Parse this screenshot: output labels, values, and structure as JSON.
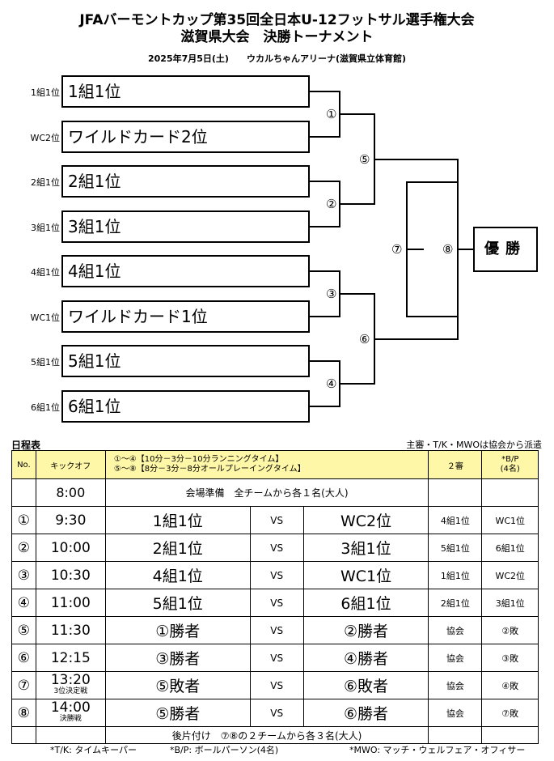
{
  "header": {
    "title1": "JFAバーモントカップ第35回全日本U-12フットサル選手権大会",
    "title2": "滋賀県大会　決勝トーナメント",
    "dateline": "2025年7月5日(土)　　ウカルちゃんアリーナ(滋賀県立体育館)"
  },
  "bracket": {
    "entries": [
      {
        "seed": "1組1位",
        "team": "1組1位"
      },
      {
        "seed": "WC2位",
        "team": "ワイルドカード2位"
      },
      {
        "seed": "2組1位",
        "team": "2組1位"
      },
      {
        "seed": "3組1位",
        "team": "3組1位"
      },
      {
        "seed": "4組1位",
        "team": "4組1位"
      },
      {
        "seed": "WC1位",
        "team": "ワイルドカード1位"
      },
      {
        "seed": "5組1位",
        "team": "5組1位"
      },
      {
        "seed": "6組1位",
        "team": "6組1位"
      }
    ],
    "match_labels": [
      "①",
      "②",
      "③",
      "④",
      "⑤",
      "⑥",
      "⑦",
      "⑧"
    ],
    "champion": "優勝"
  },
  "schedule": {
    "title": "日程表",
    "note": "主審・T/K・MWOは協会から派遣",
    "headers": {
      "no": "No.",
      "kickoff": "キックオフ",
      "desc1": "①～④【10分－3分－10分ランニングタイム】",
      "desc2": "⑤～⑧【8分－3分－8分オールプレーイングタイム】",
      "second_ref": "２審",
      "bp": "*B/P\n(4名)"
    },
    "prep": {
      "time": "8:00",
      "text": "会場準備　全チームから各１名(大人)"
    },
    "matches": [
      {
        "no": "①",
        "time": "9:30",
        "sub": "",
        "home": "1組1位",
        "vs": "VS",
        "away": "WC2位",
        "ref2": "4組1位",
        "bp": "WC1位"
      },
      {
        "no": "②",
        "time": "10:00",
        "sub": "",
        "home": "2組1位",
        "vs": "VS",
        "away": "3組1位",
        "ref2": "5組1位",
        "bp": "6組1位"
      },
      {
        "no": "③",
        "time": "10:30",
        "sub": "",
        "home": "4組1位",
        "vs": "VS",
        "away": "WC1位",
        "ref2": "1組1位",
        "bp": "WC2位"
      },
      {
        "no": "④",
        "time": "11:00",
        "sub": "",
        "home": "5組1位",
        "vs": "VS",
        "away": "6組1位",
        "ref2": "2組1位",
        "bp": "3組1位"
      },
      {
        "no": "⑤",
        "time": "11:30",
        "sub": "",
        "home": "①勝者",
        "vs": "VS",
        "away": "②勝者",
        "ref2": "協会",
        "bp": "②敗"
      },
      {
        "no": "⑥",
        "time": "12:15",
        "sub": "",
        "home": "③勝者",
        "vs": "VS",
        "away": "④勝者",
        "ref2": "協会",
        "bp": "③敗"
      },
      {
        "no": "⑦",
        "time": "13:20",
        "sub": "3位決定戦",
        "home": "⑤敗者",
        "vs": "VS",
        "away": "⑥敗者",
        "ref2": "協会",
        "bp": "④敗"
      },
      {
        "no": "⑧",
        "time": "14:00",
        "sub": "決勝戦",
        "home": "⑤勝者",
        "vs": "VS",
        "away": "⑥勝者",
        "ref2": "協会",
        "bp": "⑦敗"
      }
    ],
    "cleanup": {
      "text": "後片付け　⑦⑧の２チームから各３名(大人)"
    }
  },
  "footnotes": {
    "tk": "*T/K: タイムキーパー",
    "bp": "*B/P: ボールパーソン(4名)",
    "mwo": "*MWO: マッチ・ウェルフェア・オフィサー"
  }
}
